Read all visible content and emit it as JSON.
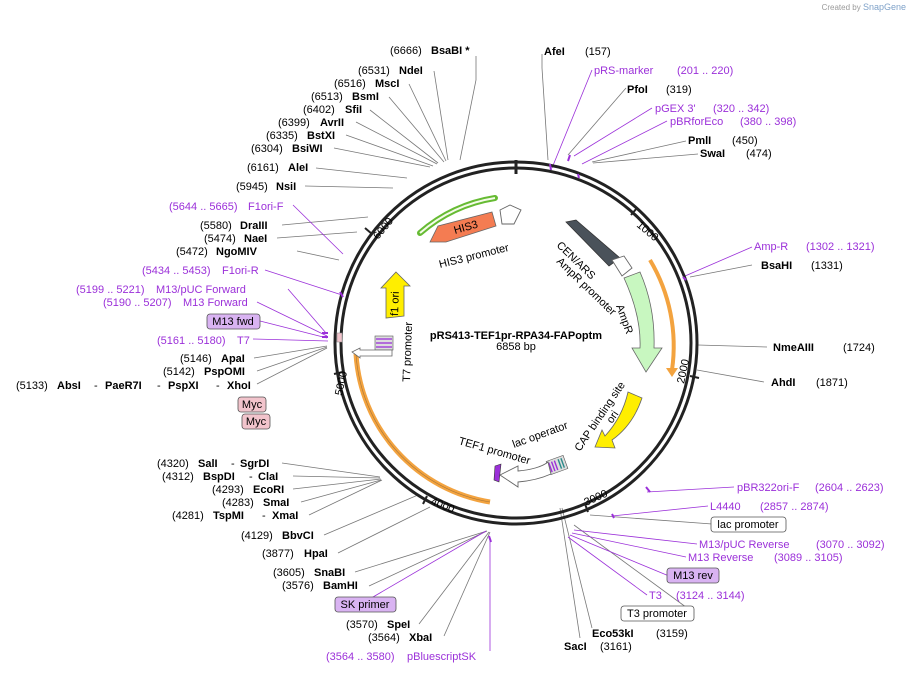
{
  "credit": {
    "prefix": "Created by",
    "brand": "SnapGene"
  },
  "plasmid": {
    "name": "pRS413-TEF1pr-RPA34-FAPoptm",
    "size": "6858 bp"
  },
  "ticks": [
    "1000",
    "2000",
    "3000",
    "4000",
    "5000",
    "6000"
  ],
  "features": {
    "his3": "HIS3",
    "his3_promoter": "HIS3 promoter",
    "cen_ars": "CEN/ARS",
    "ampr_promoter": "AmpR promoter",
    "ampr": "AmpR",
    "ori": "ori",
    "cap": "CAP binding site",
    "lac_operator": "lac operator",
    "tef1": "TEF1 promoter",
    "f1_ori": "f1 ori",
    "t7_promoter": "T7 promoter"
  },
  "enzymes_left": [
    {
      "pos": "(6666)",
      "name": "BsaBI *"
    },
    {
      "pos": "(6531)",
      "name": "NdeI"
    },
    {
      "pos": "(6516)",
      "name": "MscI"
    },
    {
      "pos": "(6513)",
      "name": "BsmI"
    },
    {
      "pos": "(6402)",
      "name": "SfiI"
    },
    {
      "pos": "(6399)",
      "name": "AvrII"
    },
    {
      "pos": "(6335)",
      "name": "BstXI"
    },
    {
      "pos": "(6304)",
      "name": "BsiWI"
    },
    {
      "pos": "(6161)",
      "name": "AleI"
    },
    {
      "pos": "(5945)",
      "name": "NsiI"
    },
    {
      "pos": "(5580)",
      "name": "DraIII"
    },
    {
      "pos": "(5474)",
      "name": "NaeI"
    },
    {
      "pos": "(5472)",
      "name": "NgoMIV"
    },
    {
      "pos": "(5146)",
      "name": "ApaI"
    },
    {
      "pos": "(5142)",
      "name": "PspOMI"
    },
    {
      "pos": "(4129)",
      "name": "BbvCI"
    },
    {
      "pos": "(3877)",
      "name": "HpaI"
    },
    {
      "pos": "(3605)",
      "name": "SnaBI"
    },
    {
      "pos": "(3576)",
      "name": "BamHI"
    },
    {
      "pos": "(3570)",
      "name": "SpeI"
    },
    {
      "pos": "(3564)",
      "name": "XbaI"
    }
  ],
  "enzymes_right": [
    {
      "name": "AfeI",
      "pos": "(157)"
    },
    {
      "name": "PfoI",
      "pos": "(319)"
    },
    {
      "name": "PmlI",
      "pos": "(450)"
    },
    {
      "name": "SwaI",
      "pos": "(474)"
    },
    {
      "name": "BsaHI",
      "pos": "(1331)"
    },
    {
      "name": "NmeAIII",
      "pos": "(1724)"
    },
    {
      "name": "AhdI",
      "pos": "(1871)"
    },
    {
      "name": "Eco53kI",
      "pos": "(3159)"
    },
    {
      "name": "SacI",
      "pos": "(3161)"
    }
  ],
  "multi_sites": {
    "xho_pos": "(5133)",
    "absi": "AbsI",
    "paer7i": "PaeR7I",
    "pspxi": "PspXI",
    "xhoi": "XhoI",
    "sal_pos": "(4320)",
    "sali": "SalI",
    "sgrdi": "SgrDI",
    "bsp_pos": "(4312)",
    "bspdi": "BspDI",
    "clai": "ClaI",
    "eco_pos": "(4293)",
    "ecori": "EcoRI",
    "sma_pos": "(4283)",
    "smai": "SmaI",
    "tsp_pos": "(4281)",
    "tspmi": "TspMI",
    "xmai": "XmaI",
    "sep": "-"
  },
  "primers": {
    "prs_marker": {
      "name": "pRS-marker",
      "range": "(201 .. 220)"
    },
    "pgex3": {
      "name": "pGEX 3'",
      "range": "(320 .. 342)"
    },
    "pbrforeco": {
      "name": "pBRforEco",
      "range": "(380 .. 398)"
    },
    "amp_r": {
      "name": "Amp-R",
      "range": "(1302 .. 1321)"
    },
    "f1ori_f": {
      "range": "(5644 .. 5665)",
      "name": "F1ori-F"
    },
    "f1ori_r": {
      "range": "(5434 .. 5453)",
      "name": "F1ori-R"
    },
    "m13puc_fwd": {
      "range": "(5199 .. 5221)",
      "name": "M13/pUC Forward"
    },
    "m13_fwd": {
      "range": "(5190 .. 5207)",
      "name": "M13 Forward"
    },
    "t7": {
      "range": "(5161 .. 5180)",
      "name": "T7"
    },
    "pbr322": {
      "name": "pBR322ori-F",
      "range": "(2604 .. 2623)"
    },
    "l4440": {
      "name": "L4440",
      "range": "(2857 .. 2874)"
    },
    "m13puc_rev": {
      "name": "M13/pUC Reverse",
      "range": "(3070 .. 3092)"
    },
    "m13_rev": {
      "name": "M13 Reverse",
      "range": "(3089 .. 3105)"
    },
    "t3": {
      "name": "T3",
      "range": "(3124 .. 3144)"
    },
    "pbluescript": {
      "range": "(3564 .. 3580)",
      "name": "pBluescriptSK"
    }
  },
  "boxes": {
    "m13fwd": "M13 fwd",
    "myc1": "Myc",
    "myc2": "Myc",
    "lac_promoter": "lac promoter",
    "m13rev": "M13 rev",
    "t3_promoter": "T3 promoter",
    "sk_primer": "SK primer"
  },
  "colors": {
    "backbone": "#222222",
    "his3": "#f47c52",
    "cen_ars": "#4a525a",
    "ampr": "#c8f7c0",
    "ori": "#ffee00",
    "f1_ori": "#ffee00",
    "primer": "#9b30d9",
    "orange_arc": "#f3a33f",
    "green_arc": "#66bb33",
    "box_purple": "#d9b3f2",
    "box_pink": "#f2c4cc"
  }
}
